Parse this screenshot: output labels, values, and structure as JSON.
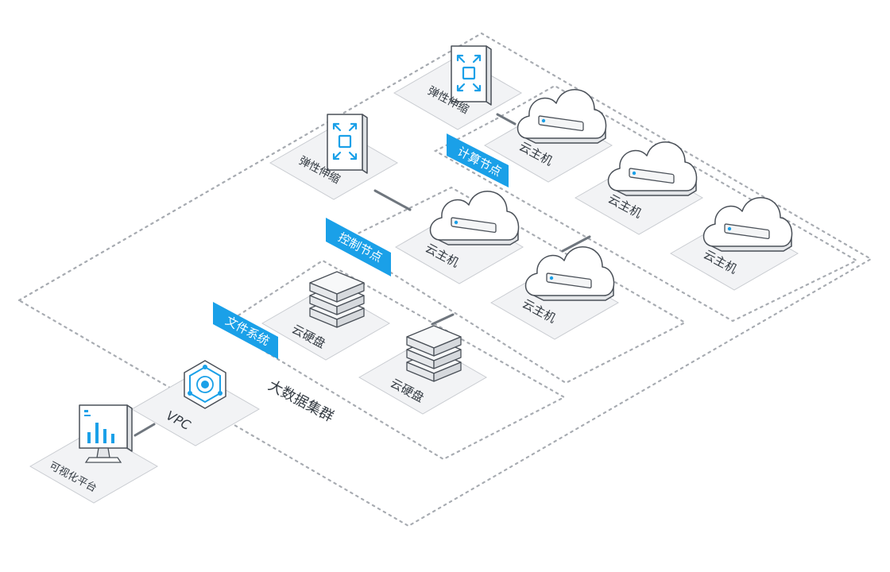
{
  "cluster": {
    "label": "大数据集群"
  },
  "groups": {
    "compute": {
      "label": "计算节点"
    },
    "control": {
      "label": "控制节点"
    },
    "filesystem": {
      "label": "文件系统"
    }
  },
  "nodes": {
    "scaling_top": {
      "label": "弹性伸缩"
    },
    "scaling_left": {
      "label": "弹性伸缩"
    },
    "compute_host_1": {
      "label": "云主机"
    },
    "compute_host_2": {
      "label": "云主机"
    },
    "compute_host_3": {
      "label": "云主机"
    },
    "control_host_1": {
      "label": "云主机"
    },
    "control_host_2": {
      "label": "云主机"
    },
    "cloud_disk_1": {
      "label": "云硬盘"
    },
    "cloud_disk_2": {
      "label": "云硬盘"
    },
    "vpc": {
      "label": "VPC"
    },
    "visual_platform": {
      "label": "可视化平台"
    }
  },
  "colors": {
    "accent": "#1aa0e8",
    "tile": "#f2f3f5",
    "boundary": "#a8acb2",
    "text": "#333a42"
  },
  "icons": {
    "scaling": "expand-arrows-icon",
    "host": "cloud-server-icon",
    "disk": "storage-stack-icon",
    "vpc": "hexagon-network-icon",
    "platform": "monitor-bar-chart-icon"
  }
}
